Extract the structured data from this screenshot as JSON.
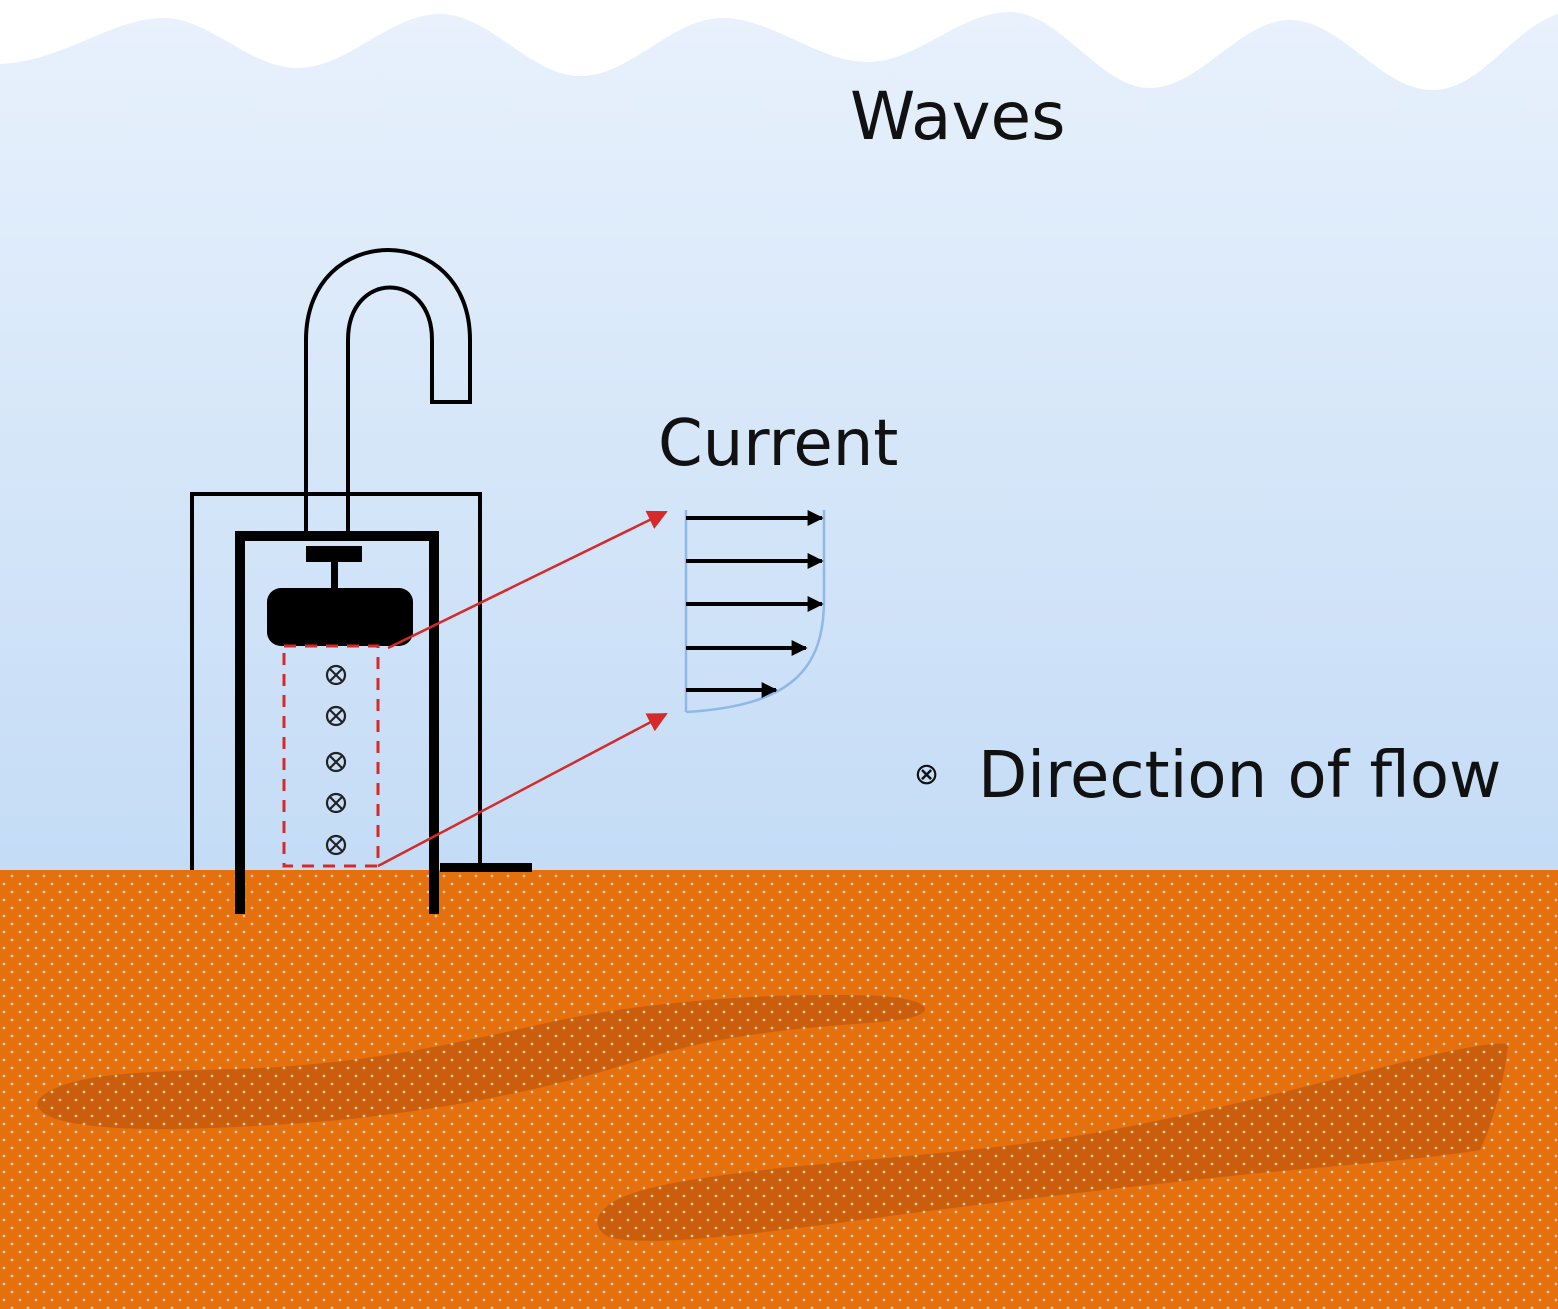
{
  "labels": {
    "waves": "Waves",
    "current": "Current",
    "legend_symbol": "⊗",
    "legend_text": "Direction of flow"
  },
  "colors": {
    "water_top": "#e8f1fc",
    "water_bottom": "#c4dcf6",
    "sediment": "#e5700e",
    "sediment_patch": "#c2580c",
    "instrument": "#000000",
    "sample_volume": "#d62a2a",
    "profile_curve": "#8fb8e6"
  },
  "icons": {
    "flow_marker": "circled-x-icon",
    "profile_arrow": "arrow-right-icon"
  }
}
